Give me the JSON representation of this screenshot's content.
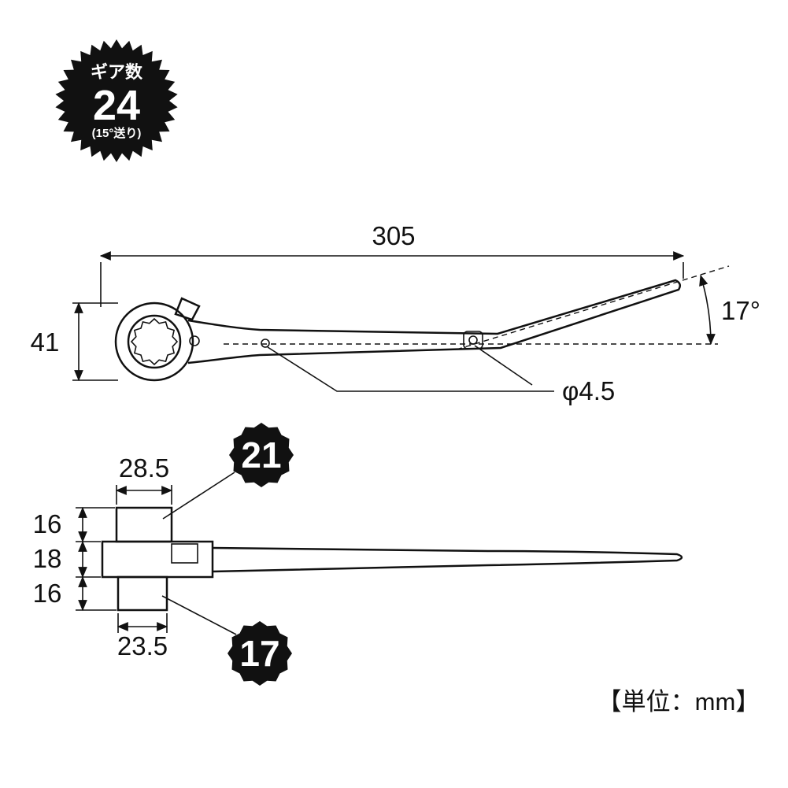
{
  "gear_badge": {
    "label": "ギア数",
    "count": "24",
    "note": "(15°送り)"
  },
  "side_view": {
    "length": "305",
    "height": "41",
    "angle": "17°",
    "hole_diameter": "φ4.5"
  },
  "front_view": {
    "top_socket_width": "28.5",
    "bottom_socket_width": "23.5",
    "top_height": "16",
    "middle_height": "18",
    "bottom_height": "16",
    "top_socket_size": "21",
    "bottom_socket_size": "17"
  },
  "footer": {
    "units": "【単位：mm】"
  },
  "colors": {
    "ink": "#111111",
    "paper": "#ffffff"
  }
}
